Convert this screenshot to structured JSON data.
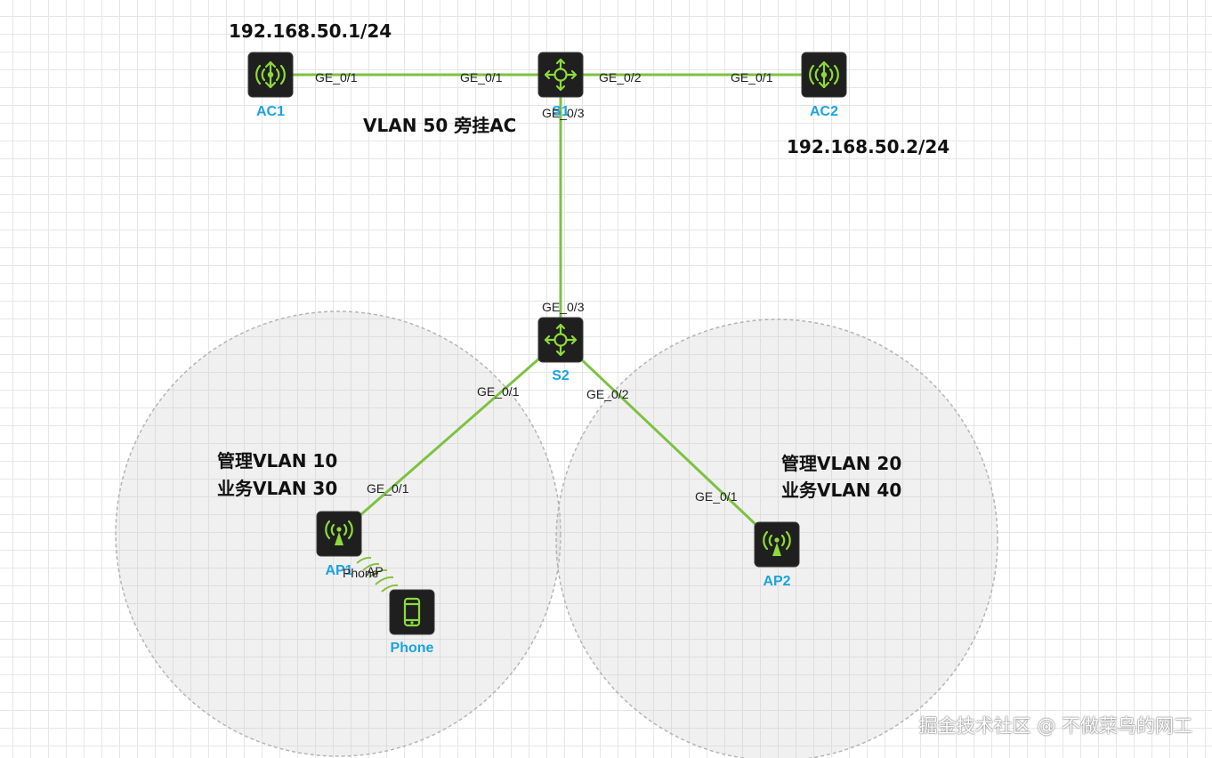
{
  "colors": {
    "link": "#7dc142",
    "device_tile": "#1f1f1f",
    "device_glyph": "#8ddb3a",
    "device_name": "#1aa3e0",
    "coverage_fill": "#e8e8e8",
    "coverage_border": "#b5b5b5"
  },
  "ip_labels": {
    "ac1": "192.168.50.1/24",
    "ac2": "192.168.50.2/24"
  },
  "notes": {
    "bypass": "VLAN 50 旁挂AC",
    "ap1_mgmt": "管理VLAN 10",
    "ap1_service": "业务VLAN 30",
    "ap2_mgmt": "管理VLAN 20",
    "ap2_service": "业务VLAN 40"
  },
  "devices": {
    "ac1": {
      "name": "AC1",
      "icon": "access-controller-icon"
    },
    "s1": {
      "name": "S1",
      "icon": "switch-icon"
    },
    "ac2": {
      "name": "AC2",
      "icon": "access-controller-icon"
    },
    "s2": {
      "name": "S2",
      "icon": "switch-icon"
    },
    "ap1": {
      "name": "AP1",
      "icon": "access-point-icon"
    },
    "ap2": {
      "name": "AP2",
      "icon": "access-point-icon"
    },
    "phone": {
      "name": "Phone",
      "icon": "mobile-phone-icon"
    }
  },
  "ports": {
    "ac1_s1": {
      "ac1": "GE_0/1",
      "s1": "GE_0/1"
    },
    "s1_ac2": {
      "s1": "GE_0/2",
      "ac2": "GE_0/1"
    },
    "s1_s2": {
      "s1": "GE_0/3",
      "s2": "GE_0/3"
    },
    "s2_ap1": {
      "s2": "GE_0/1",
      "ap1": "GE_0/1"
    },
    "s2_ap2": {
      "s2": "GE_0/2",
      "ap2": "GE_0/1"
    }
  },
  "wireless": {
    "phone_side": "Phone",
    "ap_side": "AP"
  },
  "watermark": "掘金技术社区 @ 不做菜鸟的网工"
}
